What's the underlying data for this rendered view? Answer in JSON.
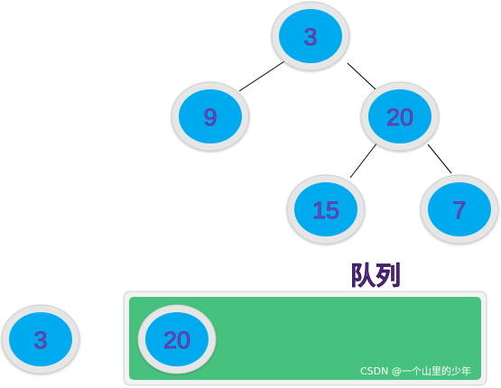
{
  "tree": {
    "nodes": {
      "root": "3",
      "left": "9",
      "right": "20",
      "right_left": "15",
      "right_right": "7"
    }
  },
  "queue": {
    "title": "队列",
    "items": [
      "20"
    ]
  },
  "dequeued": "3",
  "watermark": "CSDN @一个山里的少年",
  "colors": {
    "node_fill": "#00aaee",
    "node_ring": "#e6e6e6",
    "queue_fill": "#47c27e",
    "label_color": "#7a3fc0"
  }
}
